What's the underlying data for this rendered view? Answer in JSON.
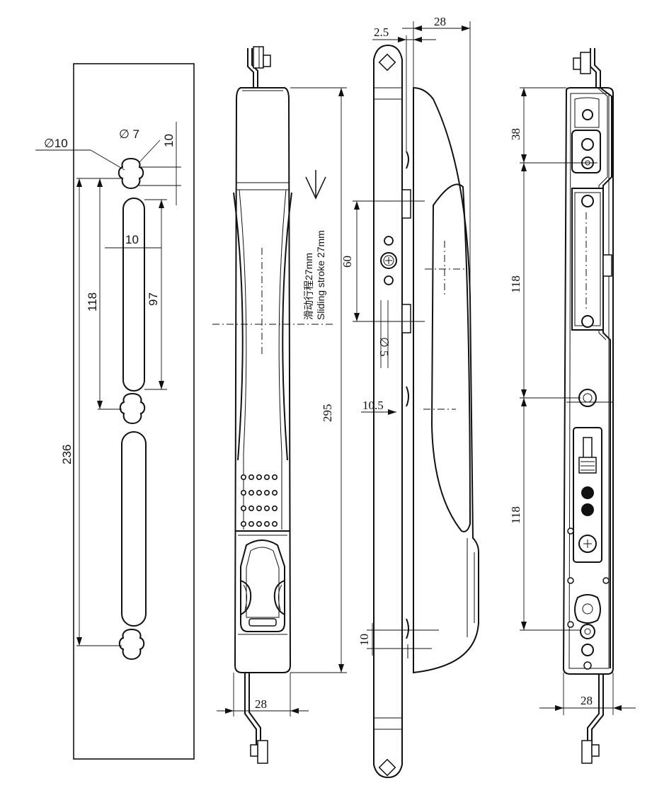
{
  "labels": {
    "dia10": "∅10",
    "dia7": "∅ 7",
    "d10_top": "10",
    "d10_slot": "10",
    "d118_left": "118",
    "d97": "97",
    "d236": "236",
    "stroke_cn": "滑动行程27mm",
    "stroke_en": "Sliding stroke 27mm",
    "d295": "295",
    "d28_front": "28",
    "d2_5": "2.5",
    "d28_side": "28",
    "d60": "60",
    "dia5": "∅ 5",
    "d10_5": "10.5",
    "d10_side": "10",
    "d38": "38",
    "d118_back_top": "118",
    "d118_back_bottom": "118",
    "d28_back": "28"
  }
}
